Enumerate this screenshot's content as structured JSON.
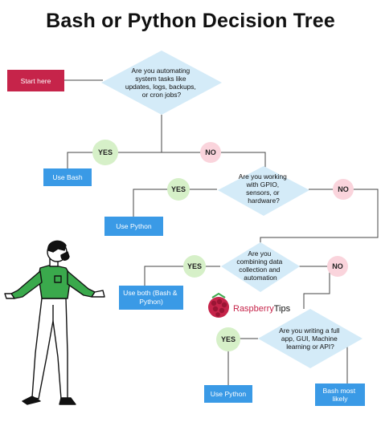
{
  "title": "Bash or Python  Decision Tree",
  "start": "Start here",
  "questions": [
    [
      "Are you automating",
      "system tasks like",
      "updates, logs, backups,",
      "or cron jobs?"
    ],
    [
      "Are you working",
      "with GPIO,",
      "sensors, or",
      "hardware?"
    ],
    [
      "Are you",
      "combining data",
      "collection and",
      "automation"
    ],
    [
      "Are you writing a full",
      "app, GUI, Machine",
      "learning or API?"
    ]
  ],
  "yes_label": "YES",
  "no_label": "NO",
  "outcomes": {
    "use_bash": "Use Bash",
    "use_python_1": "Use Python",
    "use_both": [
      "Use both (Bash &",
      "Python)"
    ],
    "use_python_2": "Use Python",
    "bash_most_likely": [
      "Bash most",
      "likely"
    ]
  },
  "brand": {
    "part1": "Raspberry",
    "part2": "Tips"
  },
  "colors": {
    "start": "#c6244a",
    "diamond": "#d4ebf8",
    "box": "#3a9ae6",
    "yes": "#d6f0c8",
    "no": "#fad4dc",
    "line": "#444444",
    "shirt": "#3aa94c"
  }
}
